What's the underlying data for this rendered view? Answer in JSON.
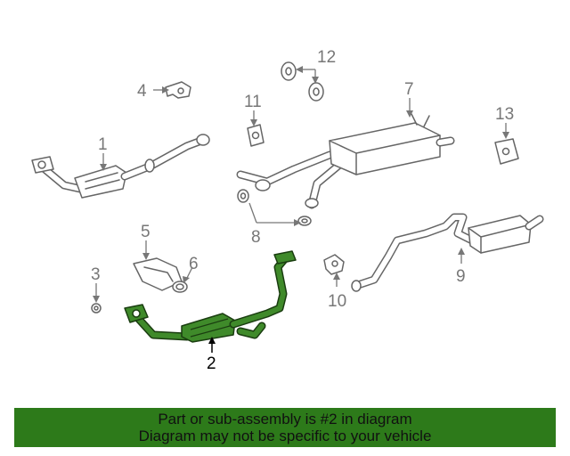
{
  "callouts": [
    {
      "id": "1",
      "label": "1"
    },
    {
      "id": "2",
      "label": "2"
    },
    {
      "id": "3",
      "label": "3"
    },
    {
      "id": "4",
      "label": "4"
    },
    {
      "id": "5",
      "label": "5"
    },
    {
      "id": "6",
      "label": "6"
    },
    {
      "id": "7",
      "label": "7"
    },
    {
      "id": "8",
      "label": "8"
    },
    {
      "id": "9",
      "label": "9"
    },
    {
      "id": "10",
      "label": "10"
    },
    {
      "id": "11",
      "label": "11"
    },
    {
      "id": "12",
      "label": "12"
    },
    {
      "id": "13",
      "label": "13"
    }
  ],
  "banner": {
    "line1": "Part or sub-assembly is #2 in diagram",
    "line2": "Diagram may not be specific to your vehicle"
  },
  "colors": {
    "highlight": "#3f8a2a",
    "banner_bg": "#2d7a1a",
    "line_art": "#666666"
  }
}
